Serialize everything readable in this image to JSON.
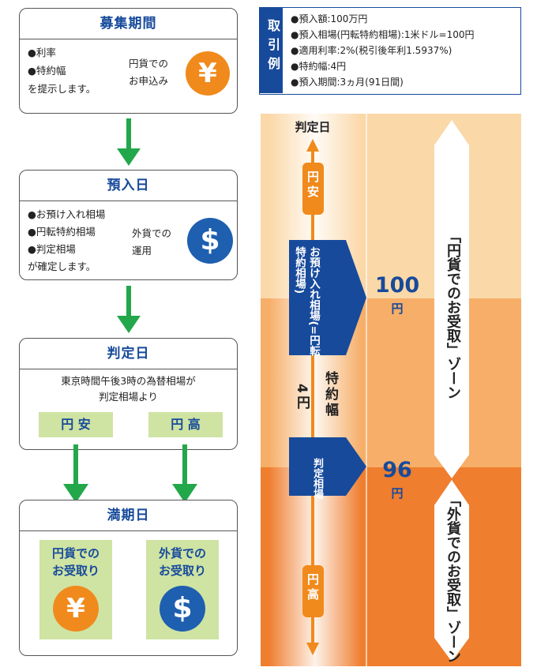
{
  "flow": {
    "recruit": {
      "title": "募集期間",
      "items": [
        "●利率",
        "●特約幅"
      ],
      "note": "を提示します。",
      "side_text": [
        "円貨での",
        "お申込み"
      ],
      "coin": "¥"
    },
    "deposit": {
      "title": "預入日",
      "items": [
        "●お預け入れ相場",
        "●円転特約相場",
        "●判定相場"
      ],
      "note": "が確定します。",
      "side_text": [
        "外貨での",
        "運用"
      ],
      "coin": "$"
    },
    "judge": {
      "title": "判定日",
      "desc": [
        "東京時間午後3時の為替相場が",
        "判定相場より"
      ],
      "yen_weak": "円 安",
      "yen_strong": "円 高"
    },
    "maturity": {
      "title": "満期日",
      "left_label": [
        "円貨での",
        "お受取り"
      ],
      "left_coin": "¥",
      "right_label": [
        "外貨での",
        "お受取り"
      ],
      "right_coin": "$"
    }
  },
  "example": {
    "label": "取引例",
    "items": [
      "●預入額:100万円",
      "●預入相場(円転特約相場):1米ドル=100円",
      "●適用利率:2%(税引後年利1.5937%)",
      "●特約幅:4円",
      "●預入期間:3ヵ月(91日間)"
    ]
  },
  "chart": {
    "top_label": "判定日",
    "yen_weak": "円安",
    "yen_strong": "円高",
    "deposit_rate_label": "お預け入れ相場(=円転特約相場)",
    "judge_rate_label": "判定相場",
    "margin_label": "特約幅",
    "margin_value": "4円",
    "deposit_rate_value": "100",
    "deposit_rate_unit": "円",
    "judge_rate_value": "96",
    "judge_rate_unit": "円",
    "zone_upper": "「円貨でのお受取」ゾーン",
    "zone_lower": "「外貨でのお受取」ゾーン"
  },
  "colors": {
    "navy": "#174a9b",
    "green": "#22a84a",
    "orange": "#f08a1c",
    "light_orange": "#fbd8a8",
    "mid_orange": "#f6ae68",
    "dark_orange": "#ef7e2f",
    "pale_green": "#cfe3a3"
  }
}
